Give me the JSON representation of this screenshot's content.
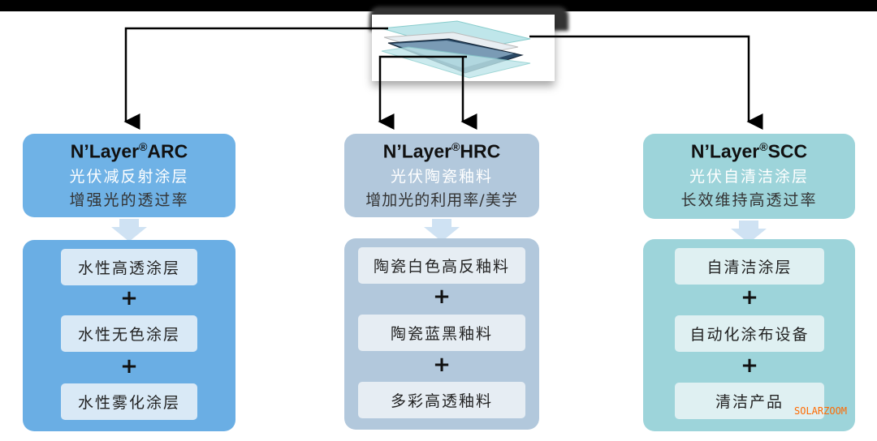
{
  "columns": [
    {
      "title": "N’Layer",
      "reg": "®",
      "code": "ARC",
      "sub1": "光伏减反射涂层",
      "sub2": "增强光的透过率",
      "items": [
        "水性高透涂层",
        "水性无色涂层",
        "水性雾化涂层"
      ],
      "color": "#6fb2e6"
    },
    {
      "title": "N’Layer",
      "reg": "®",
      "code": "HRC",
      "sub1": "光伏陶瓷釉料",
      "sub2": "增加光的利用率/美学",
      "items": [
        "陶瓷白色高反釉料",
        "陶瓷蓝黑釉料",
        "多彩高透釉料"
      ],
      "color": "#b2c8dc"
    },
    {
      "title": "N’Layer",
      "reg": "®",
      "code": "SCC",
      "sub1": "光伏自清洁涂层",
      "sub2": "长效维持高透过率",
      "items": [
        "自清洁涂层",
        "自动化涂布设备",
        "清洁产品"
      ],
      "color": "#9dd4da"
    }
  ],
  "plus": "+",
  "watermark": "SOLARZOOM"
}
